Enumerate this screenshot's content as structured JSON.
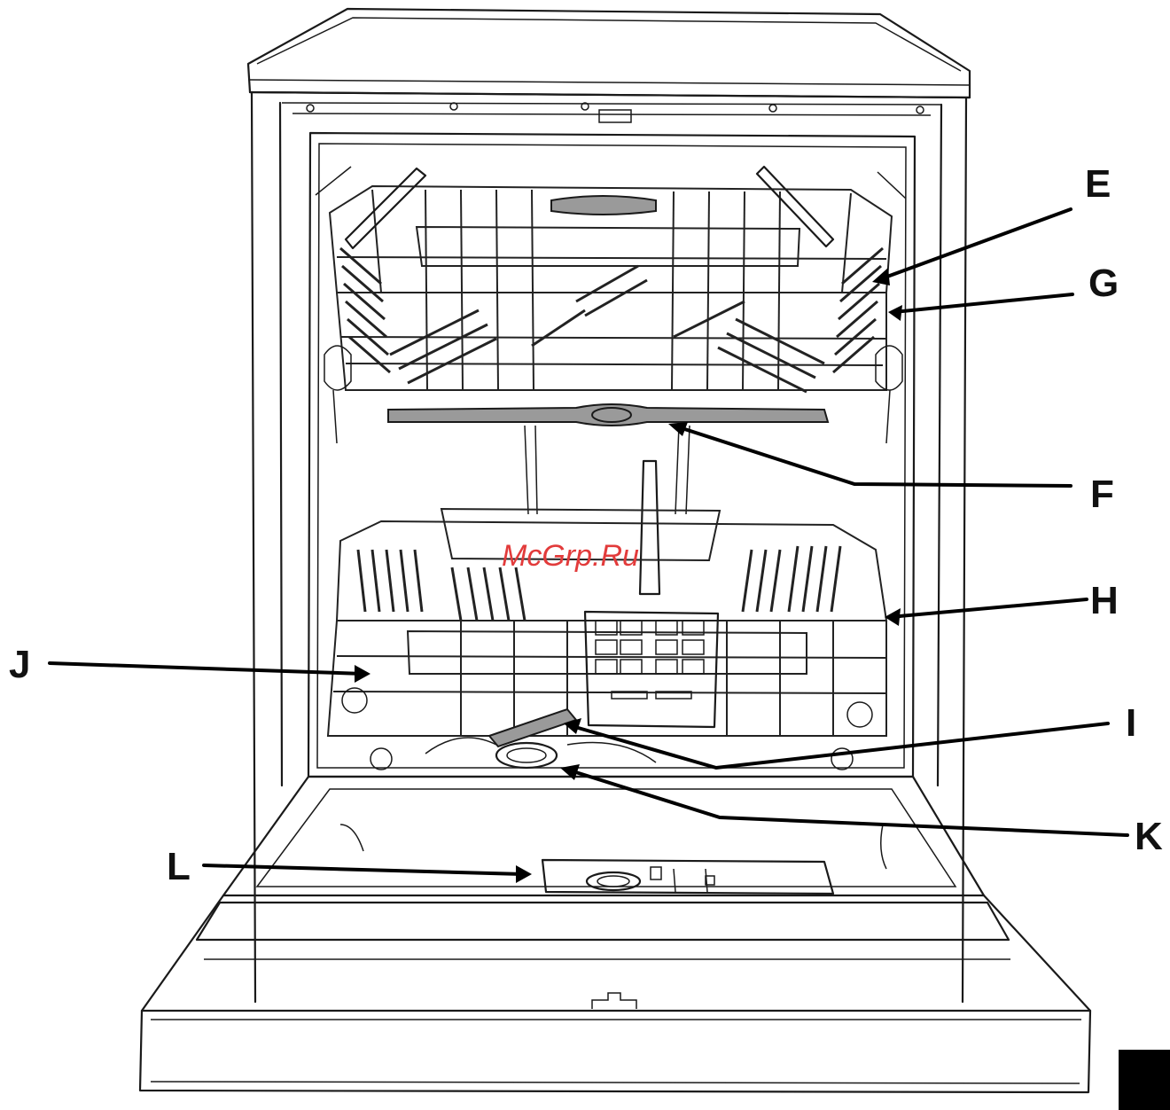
{
  "labels": {
    "E": "E",
    "F": "F",
    "G": "G",
    "H": "H",
    "I": "I",
    "J": "J",
    "K": "K",
    "L": "L"
  },
  "watermark": "McGrp.Ru",
  "colors": {
    "line": "#1a1a1a",
    "spray_arm": "#9a9a9a",
    "watermark": "#e23b3b",
    "corner_tab": "#000000"
  }
}
